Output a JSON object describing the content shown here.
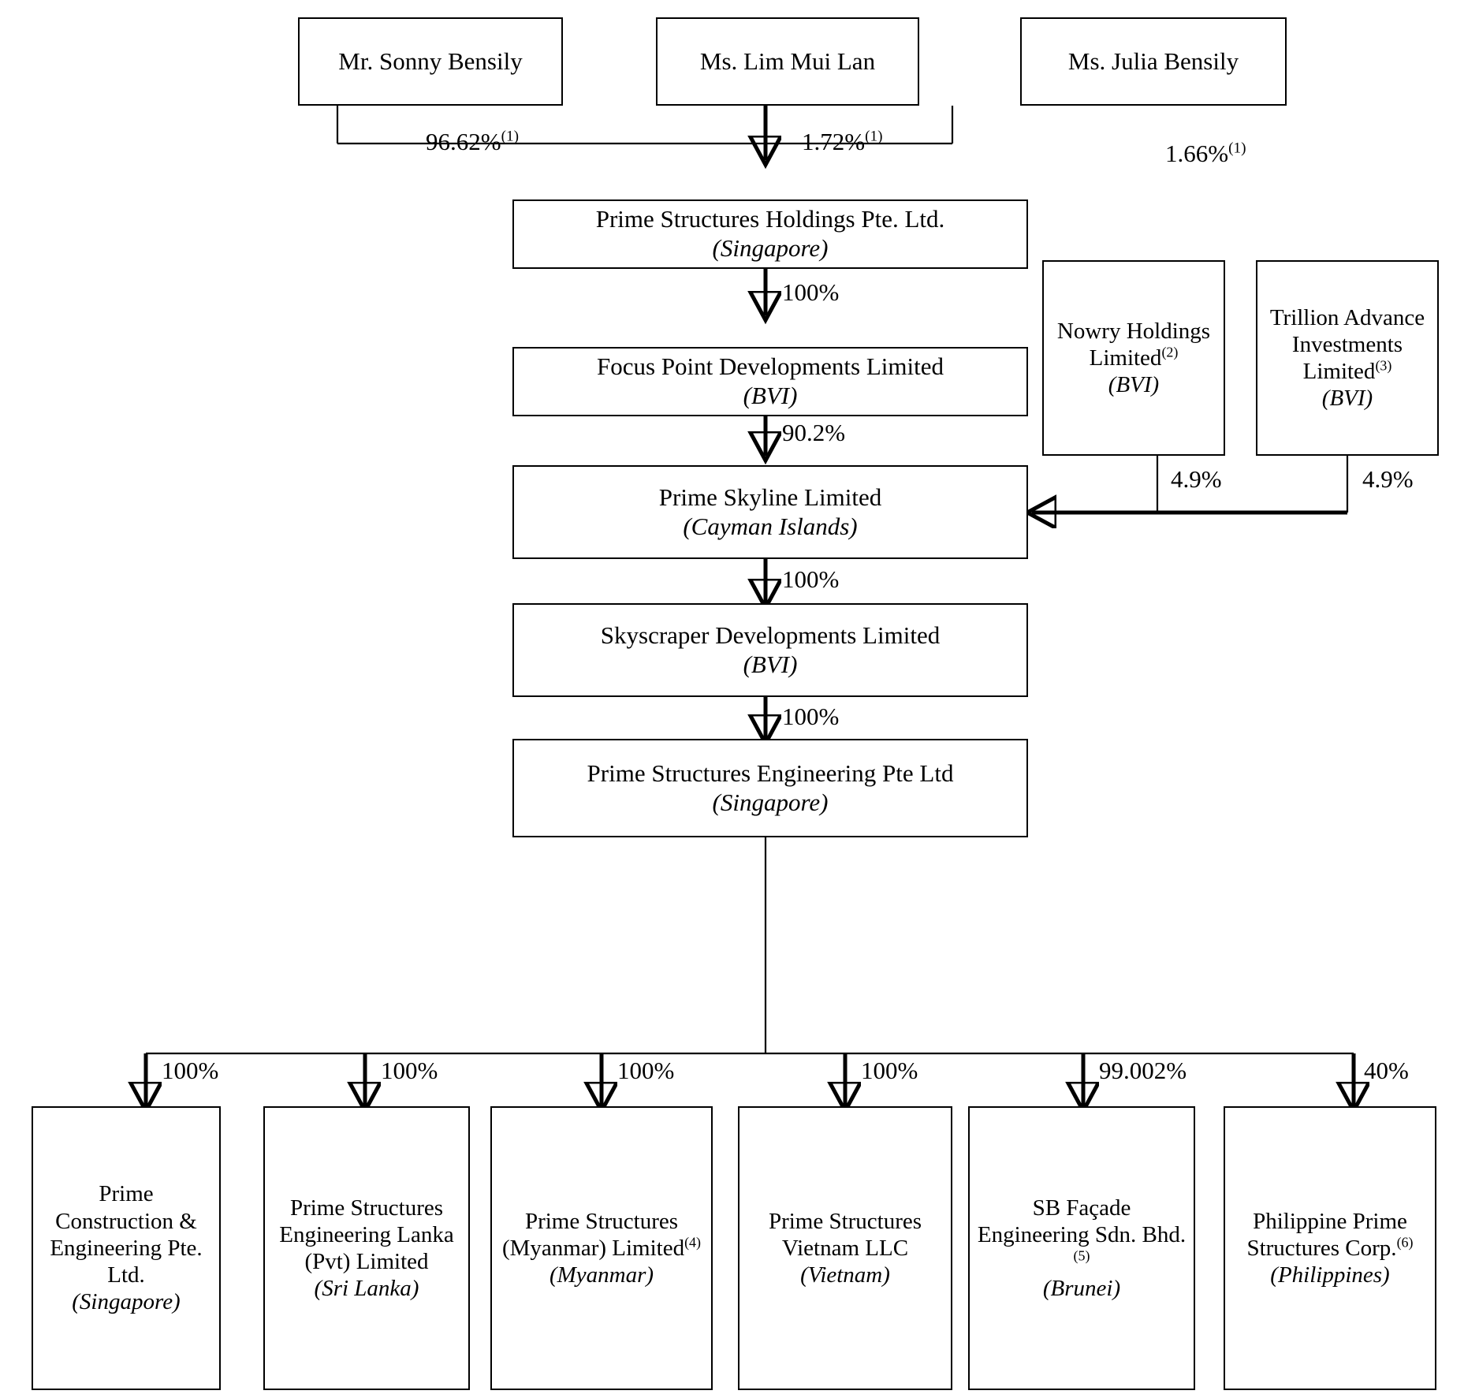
{
  "diagram": {
    "type": "corporate-ownership-structure",
    "title": "Prime Structures group corporate structure chart"
  },
  "nodes": {
    "sonny": {
      "name": "Mr. Sonny Bensily",
      "jurisdiction": ""
    },
    "lim": {
      "name": "Ms. Lim Mui Lan",
      "jurisdiction": ""
    },
    "julia": {
      "name": "Ms. Julia Bensily",
      "jurisdiction": ""
    },
    "psh": {
      "name": "Prime Structures Holdings Pte. Ltd.",
      "jurisdiction": "(Singapore)"
    },
    "focus": {
      "name": "Focus Point Developments Limited",
      "jurisdiction": "(BVI)"
    },
    "skyline": {
      "name": "Prime Skyline Limited",
      "jurisdiction": "(Cayman Islands)"
    },
    "skyscraper": {
      "name": "Skyscraper Developments Limited",
      "jurisdiction": "(BVI)"
    },
    "pse": {
      "name": "Prime Structures Engineering Pte Ltd",
      "jurisdiction": "(Singapore)"
    },
    "nowry": {
      "name": "Nowry Holdings Limited",
      "footnote": "(2)",
      "jurisdiction": "(BVI)"
    },
    "trillion": {
      "name": "Trillion Advance Investments Limited",
      "footnote": "(3)",
      "jurisdiction": "(BVI)"
    },
    "pce": {
      "name": "Prime Construction & Engineering Pte. Ltd.",
      "jurisdiction": "(Singapore)"
    },
    "lanka": {
      "name": "Prime Structures Engineering Lanka (Pvt) Limited",
      "jurisdiction": "(Sri Lanka)"
    },
    "myanmar": {
      "name": "Prime Structures (Myanmar) Limited",
      "footnote": "(4)",
      "jurisdiction": "(Myanmar)"
    },
    "vietnam": {
      "name": "Prime Structures Vietnam LLC",
      "jurisdiction": "(Vietnam)"
    },
    "sbfacade": {
      "name": "SB Façade Engineering Sdn. Bhd.",
      "footnote": "(5)",
      "jurisdiction": "(Brunei)"
    },
    "philippine": {
      "name": "Philippine Prime Structures Corp.",
      "footnote": "(6)",
      "jurisdiction": "(Philippines)"
    }
  },
  "edges": {
    "sonny_to_psh": {
      "value": "96.62%",
      "footnote": "(1)"
    },
    "lim_to_psh": {
      "value": "1.72%",
      "footnote": "(1)"
    },
    "julia_to_psh": {
      "value": "1.66%",
      "footnote": "(1)"
    },
    "psh_to_focus": {
      "value": "100%",
      "footnote": ""
    },
    "focus_to_skyline": {
      "value": "90.2%",
      "footnote": ""
    },
    "nowry_to_skyline": {
      "value": "4.9%",
      "footnote": ""
    },
    "trillion_to_skyline": {
      "value": "4.9%",
      "footnote": ""
    },
    "skyline_to_skyscraper": {
      "value": "100%",
      "footnote": ""
    },
    "skyscraper_to_pse": {
      "value": "100%",
      "footnote": ""
    },
    "pse_to_pce": {
      "value": "100%",
      "footnote": ""
    },
    "pse_to_lanka": {
      "value": "100%",
      "footnote": ""
    },
    "pse_to_myanmar": {
      "value": "100%",
      "footnote": ""
    },
    "pse_to_vietnam": {
      "value": "100%",
      "footnote": ""
    },
    "pse_to_sbfacade": {
      "value": "99.002%",
      "footnote": ""
    },
    "pse_to_philippine": {
      "value": "40%",
      "footnote": ""
    }
  },
  "colors": {
    "line": "#000000",
    "box_border": "#000000",
    "background": "#ffffff",
    "text": "#000000"
  }
}
